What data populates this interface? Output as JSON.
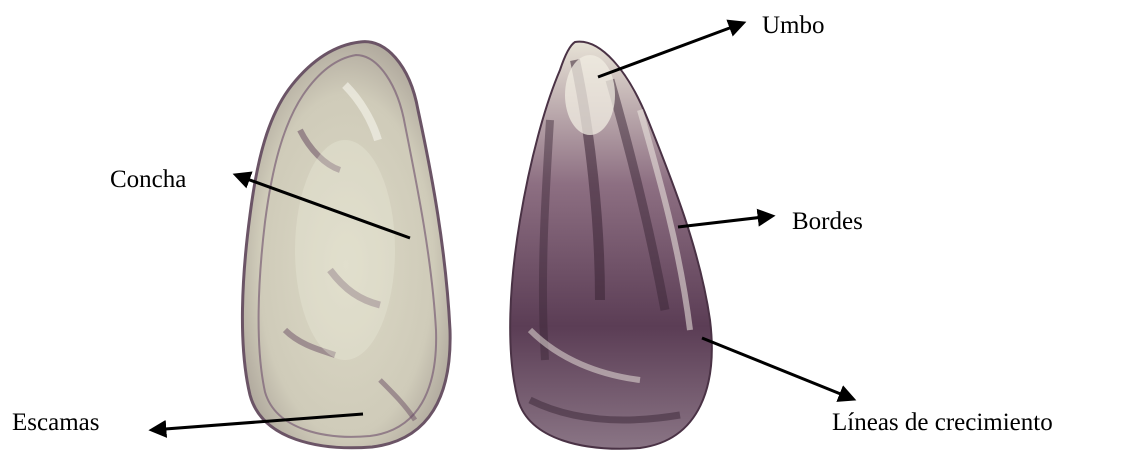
{
  "labels": {
    "umbo": "Umbo",
    "concha": "Concha",
    "bordes": "Bordes",
    "escamas": "Escamas",
    "lineas": "Líneas de crecimiento"
  },
  "colors": {
    "shell_light": "#d9d6c9",
    "shell_pale": "#ebe8dc",
    "shell_purple": "#5a3a55",
    "shell_dark": "#3a2535",
    "arrow": "#000000"
  }
}
